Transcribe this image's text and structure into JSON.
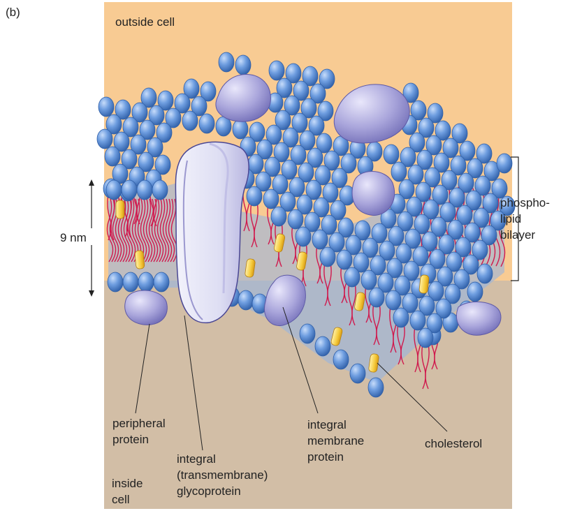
{
  "figure": {
    "panel_label": "(b)",
    "colors": {
      "outside": "#f8cb93",
      "inside": "#d2bea6",
      "head": "#6f9ee0",
      "head_dark": "#2f5fa8",
      "tail": "#d0194d",
      "cholesterol": "#f5cb3c",
      "protein": "#a9a5db",
      "protein_dark": "#6c68b3",
      "glycoprotein": "#dedef3"
    },
    "icons": [
      "phospholipid-head-icon",
      "cholesterol-icon",
      "protein-icon"
    ]
  },
  "labels": {
    "outside_cell": "outside cell",
    "inside_cell_1": "inside",
    "inside_cell_2": "cell",
    "thickness": "9 nm",
    "phospholipid_1": "phospho-",
    "phospholipid_2": "lipid",
    "phospholipid_3": "bilayer",
    "peripheral_1": "peripheral",
    "peripheral_2": "protein",
    "glyco_1": "integral",
    "glyco_2": "(transmembrane)",
    "glyco_3": "glycoprotein",
    "integral_1": "integral",
    "integral_2": "membrane",
    "integral_3": "protein",
    "cholesterol": "cholesterol"
  }
}
